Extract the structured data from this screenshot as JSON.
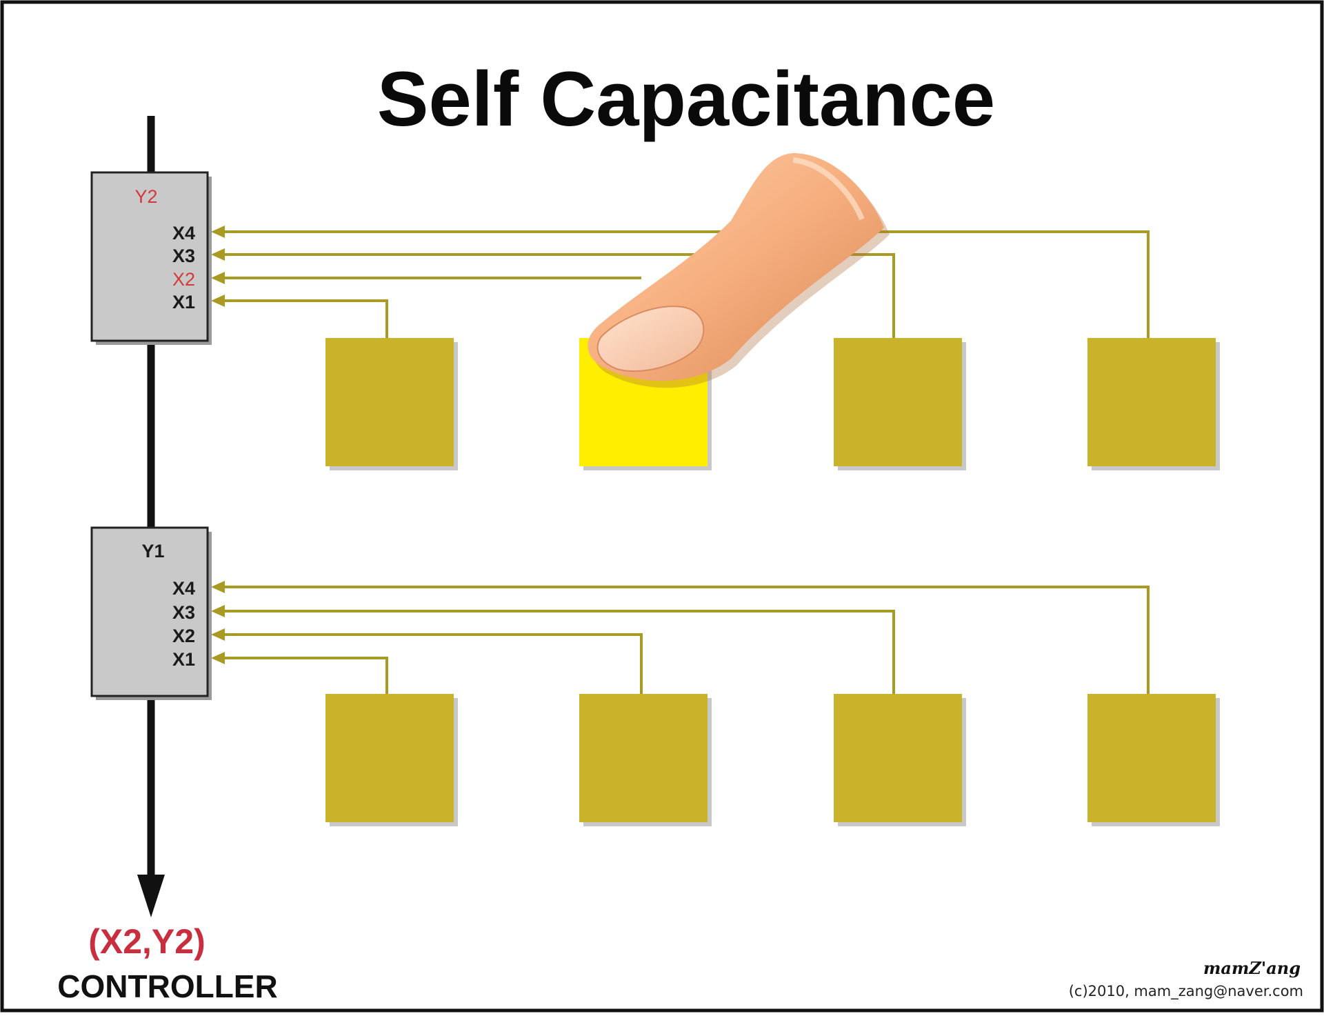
{
  "title": "Self Capacitance",
  "upper_controller": {
    "row_label": "Y2",
    "row_label_color": "#d23a3a",
    "lines": [
      "X4",
      "X3",
      "X2",
      "X1"
    ],
    "active_line": "X2"
  },
  "lower_controller": {
    "row_label": "Y1",
    "lines": [
      "X4",
      "X3",
      "X2",
      "X1"
    ]
  },
  "touched_pad": {
    "row": "Y2",
    "column": "X2",
    "color": "#ffee00"
  },
  "pad_color": "#c9b32b",
  "result_label": "(X2,Y2)",
  "controller_label": "CONTROLLER",
  "signature": "mamZ'ang",
  "copyright": "(c)2010, mam_zang@naver.com"
}
